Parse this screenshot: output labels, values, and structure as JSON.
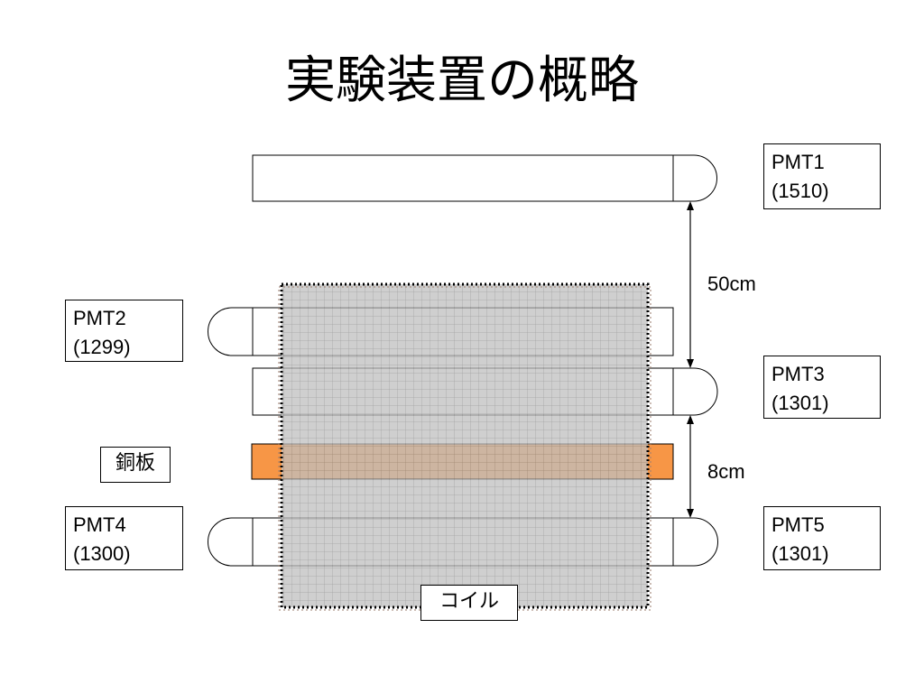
{
  "slide": {
    "title": "実験装置の概略"
  },
  "pmts": [
    {
      "name": "PMT1",
      "value": "(1510)"
    },
    {
      "name": "PMT2",
      "value": "(1299)"
    },
    {
      "name": "PMT3",
      "value": "(1301)"
    },
    {
      "name": "PMT4",
      "value": "(1300)"
    },
    {
      "name": "PMT5",
      "value": "(1301)"
    }
  ],
  "dimensions": {
    "upper_gap": "50cm",
    "lower_gap": "8cm"
  },
  "materials": {
    "copper_plate": "銅板",
    "coil": "コイル"
  },
  "colors": {
    "copper": "#f79646",
    "coil_fill": "#bfbfbf",
    "coil_grid": "#808080",
    "outline": "#000000"
  }
}
